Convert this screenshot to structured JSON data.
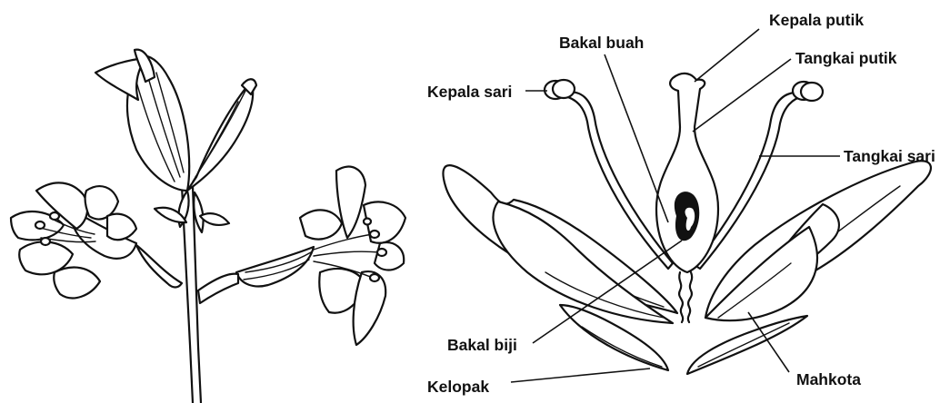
{
  "labels": {
    "kepala_putik": "Kepala putik",
    "bakal_buah": "Bakal buah",
    "tangkai_putik": "Tangkai putik",
    "kepala_sari": "Kepala sari",
    "tangkai_sari": "Tangkai sari",
    "bakal_biji": "Bakal biji",
    "kelopak": "Kelopak",
    "mahkota": "Mahkota"
  }
}
